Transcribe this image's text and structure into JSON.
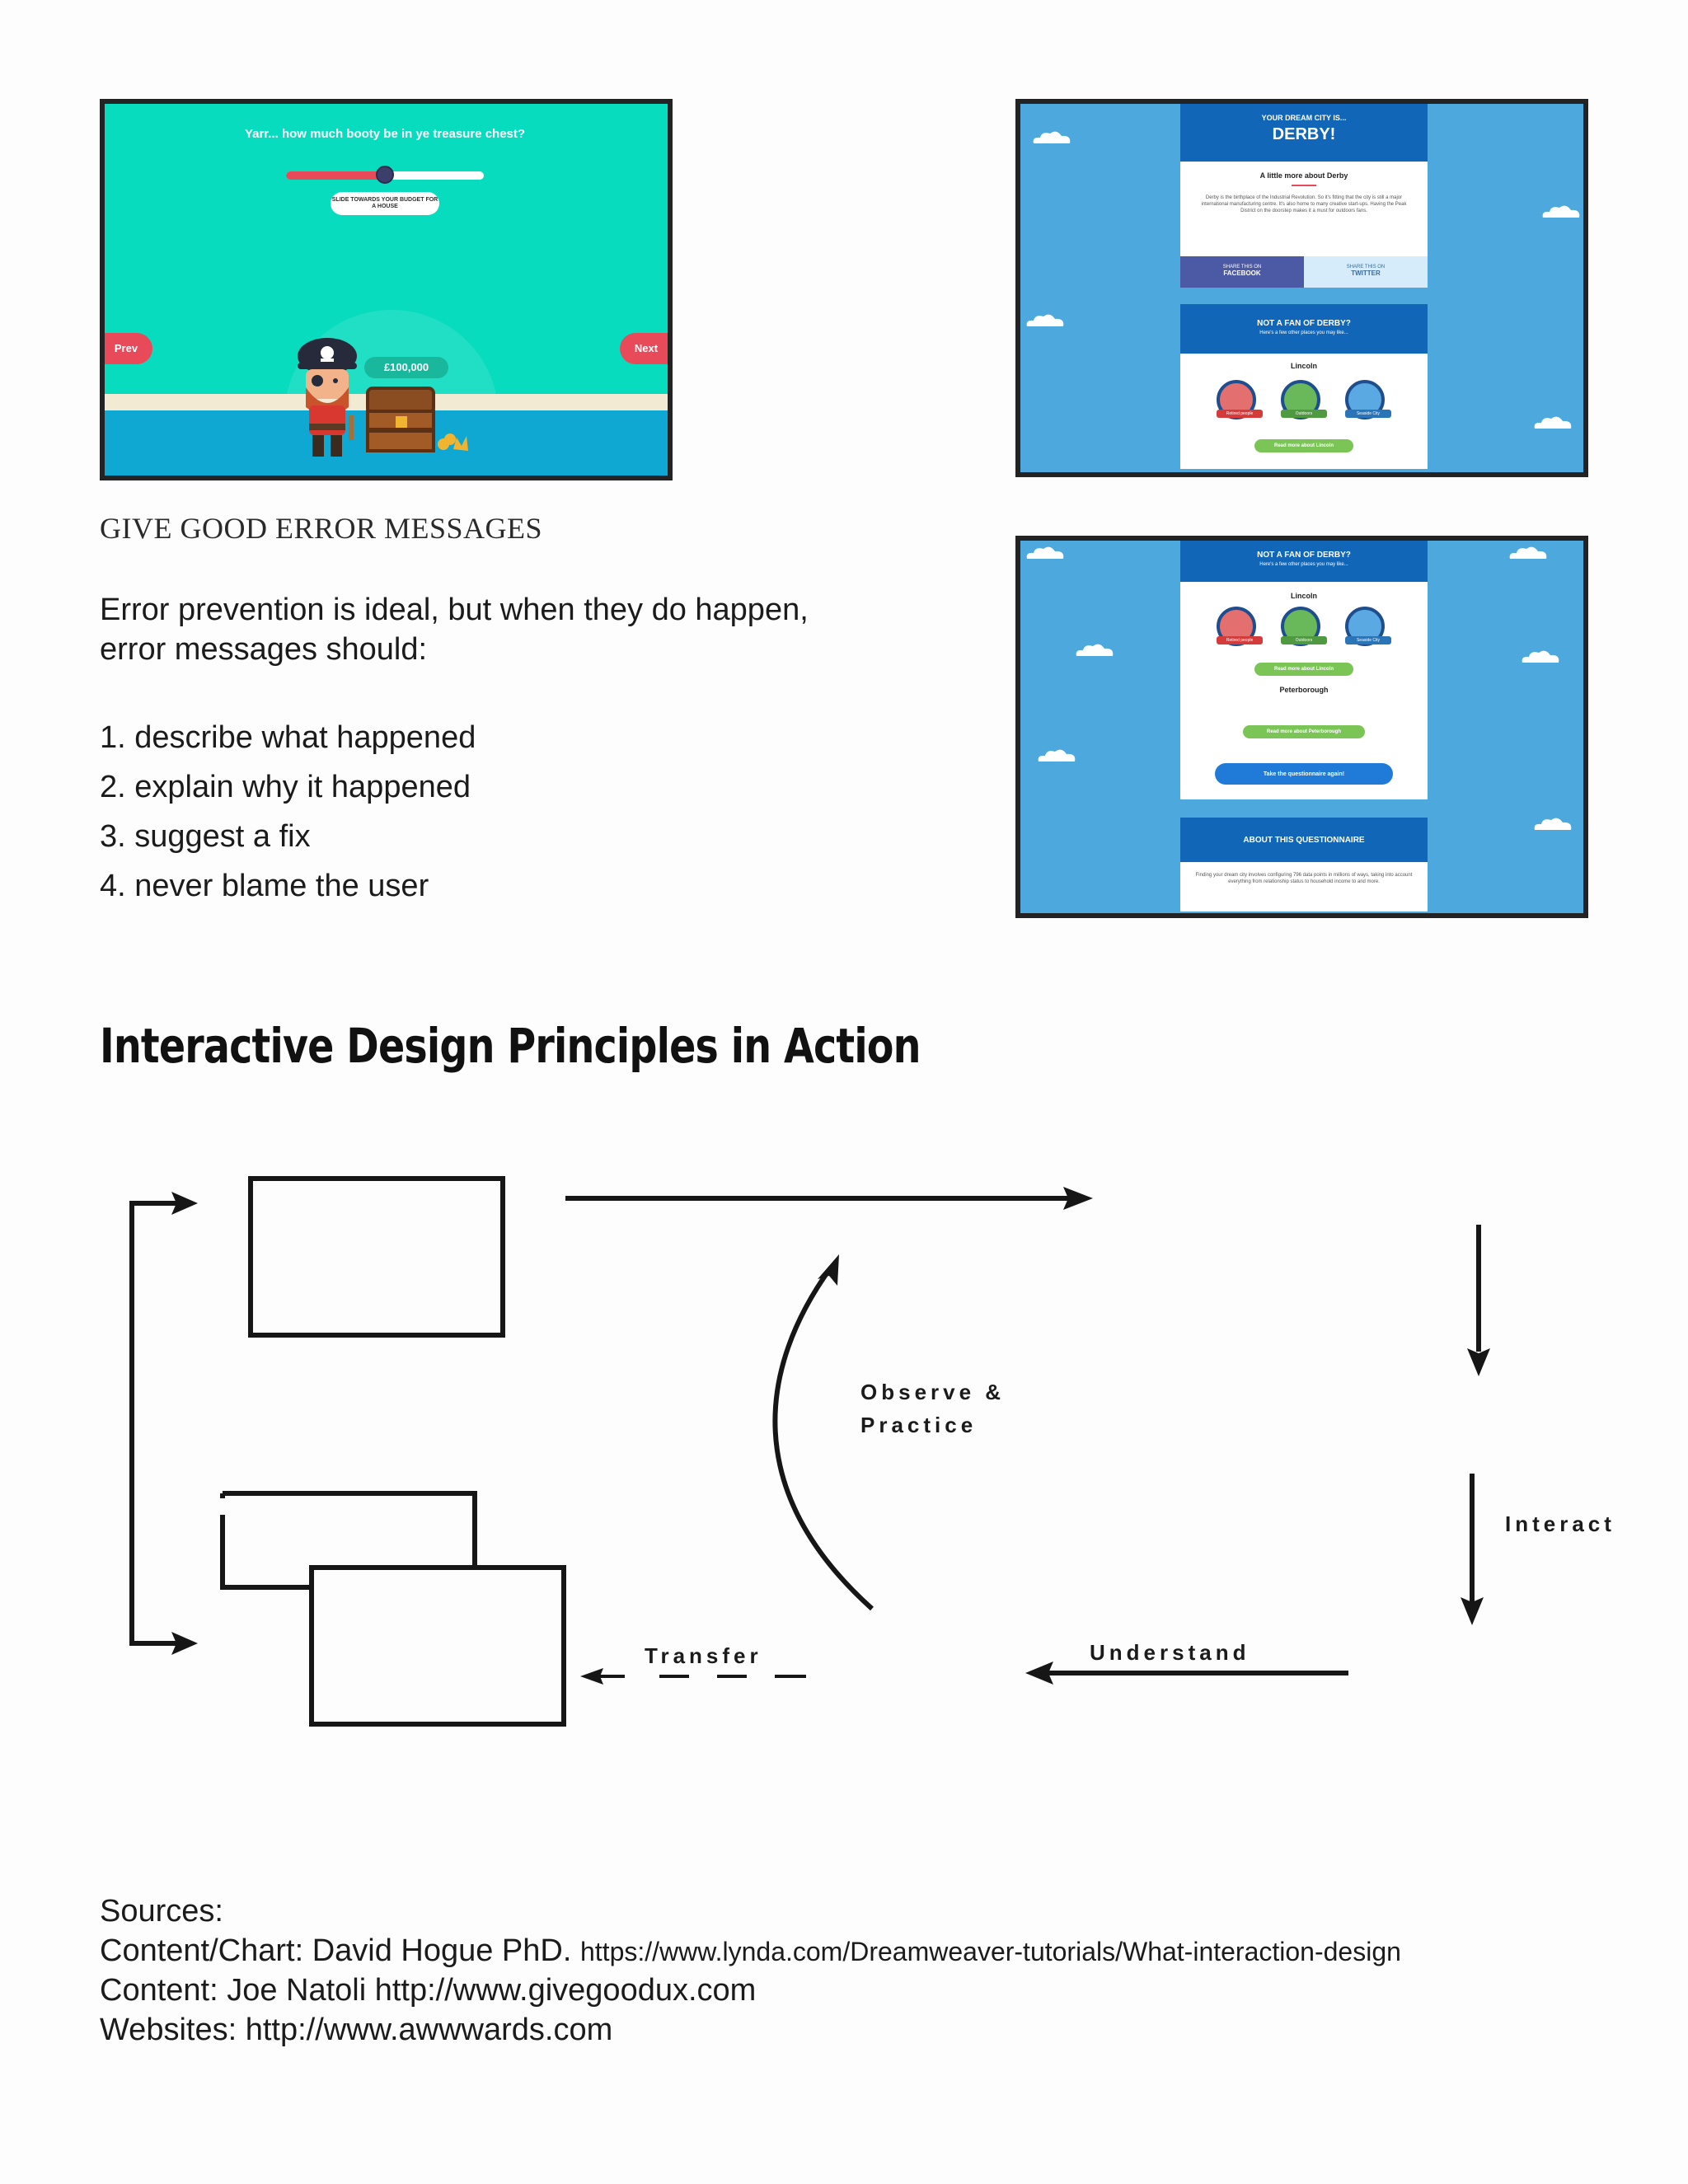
{
  "pirate_screen": {
    "question": "Yarr... how much booty be in ye treasure chest?",
    "slider_hint": "SLIDE TOWARDS YOUR BUDGET FOR A HOUSE",
    "slider_value_fraction": 0.5,
    "prev_label": "Prev",
    "next_label": "Next",
    "amount": "£100,000"
  },
  "city_result_screen": {
    "kicker": "YOUR DREAM CITY IS...",
    "city": "DERBY!",
    "more_title": "A little more about Derby",
    "description": "Derby is the birthplace of the Industrial Revolution. So it's fitting that the city is still a major international manufacturing centre. It's also home to many creative start-ups. Having the Peak District on the doorstep makes it a must for outdoors fans.",
    "share_facebook_small": "SHARE THIS ON",
    "share_facebook": "FACEBOOK",
    "share_twitter_small": "SHARE THIS ON",
    "share_twitter": "TWITTER",
    "alt_title": "NOT A FAN OF DERBY?",
    "alt_sub": "Here's a few other places you may like...",
    "alt_city": "Lincoln",
    "badges": [
      "Retired people",
      "Outdoors",
      "Seaside City"
    ],
    "read_more": "Read more about Lincoln"
  },
  "city_alt_screen": {
    "alt_title": "NOT A FAN OF DERBY?",
    "alt_sub": "Here's a few other places you may like...",
    "city1": "Lincoln",
    "badges": [
      "Retired people",
      "Outdoors",
      "Seaside City"
    ],
    "read_more1": "Read more about Lincoln",
    "city2": "Peterborough",
    "read_more2": "Read more about Peterborough",
    "retake": "Take the questionnaire again!",
    "about_title": "ABOUT THIS QUESTIONNAIRE",
    "about_text": "Finding your dream city involves configuring 796 data points in millions of ways, taking into account everything from relationship status to household income to and more."
  },
  "section": {
    "heading": "GIVE GOOD ERROR MESSAGES",
    "intro_line1": "Error prevention is ideal, but when they do happen,",
    "intro_line2": "error messages should:",
    "list": [
      "1. describe what happened",
      "2. explain why it happened",
      "3. suggest a fix",
      "4. never blame the user"
    ]
  },
  "diagram": {
    "title": "Interactive Design Principles in Action",
    "label_observe_1": "Observe &",
    "label_observe_2": "Practice",
    "label_interact": "Interact",
    "label_understand": "Understand",
    "label_transfer": "Transfer"
  },
  "sources": {
    "heading": "Sources:",
    "line1_prefix": "Content/Chart: David Hogue PhD.",
    "line1_url": "https://www.lynda.com/Dreamweaver-tutorials/What-interaction-design",
    "line2": "Content: Joe Natoli http://www.givegoodux.com",
    "line3": "Websites: http://www.awwwards.com"
  },
  "colors": {
    "teal": "#08dcbf",
    "red": "#e94a5a",
    "sky": "#4da9dd",
    "navy": "#1166b8",
    "green_button": "#7ac556"
  }
}
